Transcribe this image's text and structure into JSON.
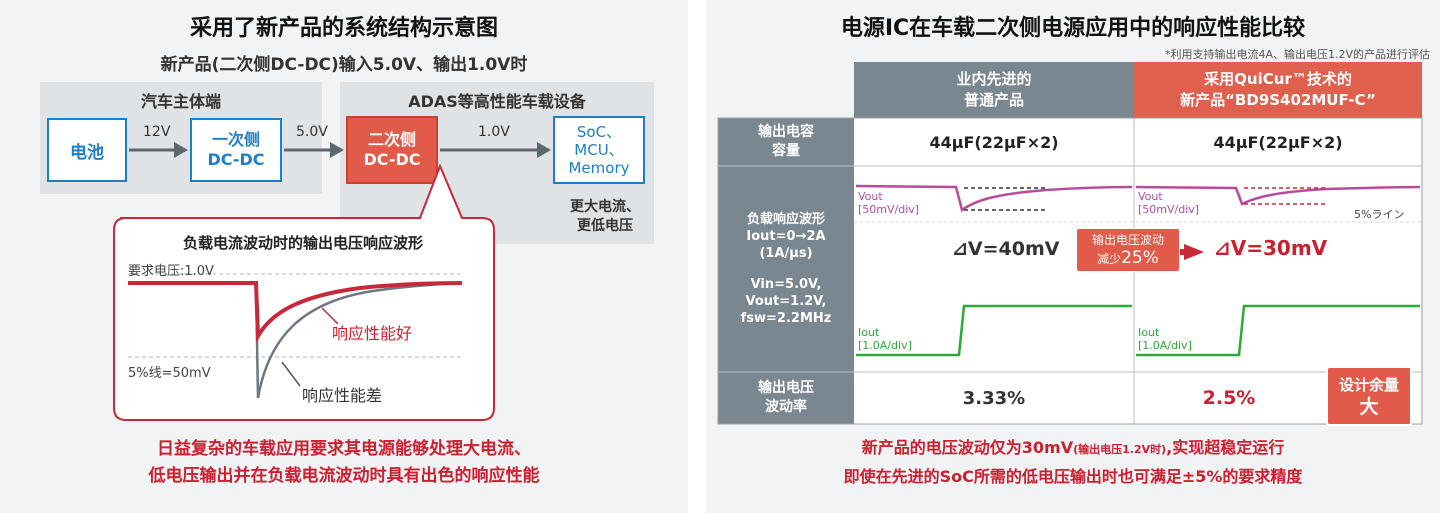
{
  "left": {
    "title": "采用了新产品的系统结构示意图",
    "subtitle": "新产品(二次侧DC-DC)输入5.0V、输出1.0V时",
    "car_side_label": "汽车主体端",
    "adas_label": "ADAS等高性能车载设备",
    "battery": "电池",
    "primary_line1": "一次侧",
    "primary_line2": "DC-DC",
    "secondary_line1": "二次侧",
    "secondary_line2": "DC-DC",
    "soc_line1": "SoC、",
    "soc_line2": "MCU、",
    "soc_line3": "Memory",
    "v12": "12V",
    "v50": "5.0V",
    "v10": "1.0V",
    "more_current_line1": "更大电流、",
    "more_current_line2": "更低电压",
    "callout_title": "负载电流波动时的输出电压响应波形",
    "required_voltage": "要求电压:1.0V",
    "five_percent": "5%线=50mV",
    "good_response": "响应性能好",
    "poor_response": "响应性能差",
    "footer_line1": "日益复杂的车载应用要求其电源能够处理大电流、",
    "footer_line2": "低电压输出并在负载电流波动时具有出色的响应性能"
  },
  "right": {
    "title": "电源IC在车载二次侧电源应用中的响应性能比较",
    "note": "*利用支持输出电流4A、输出电压1.2V的产品进行评估",
    "col1_line1": "业内先进的",
    "col1_line2": "普通产品",
    "col2_line1": "采用QuiCur™技术的",
    "col2_line2": "新产品“BD9S402MUF-C”",
    "row1_label_line1": "输出电容",
    "row1_label_line2": "容量",
    "row1_val1": "44μF(22μF×2)",
    "row1_val2": "44μF(22μF×2)",
    "row2_label_line1": "负载响应波形",
    "row2_label_line2": "Iout=0→2A",
    "row2_label_line3": "(1A/μs)",
    "row2_label_line4": "Vin=5.0V,",
    "row2_label_line5": "Vout=1.2V,",
    "row2_label_line6": "fsw=2.2MHz",
    "vout_label": "Vout",
    "vout_scale": "[50mV/div]",
    "iout_label": "Iout",
    "iout_scale": "[1.0A/div]",
    "five_percent_line": "5%ライン",
    "delta_v1": "⊿V=40mV",
    "delta_v2": "⊿V=30mV",
    "reduction_line1": "输出电压波动",
    "reduction_prefix": "减少",
    "reduction_value": "25%",
    "row3_label_line1": "输出电压",
    "row3_label_line2": "波动率",
    "row3_val1": "3.33%",
    "row3_val2": "2.5%",
    "badge_line1": "设计余量",
    "badge_line2": "大",
    "footer_line1_a": "新产品的电压波动仅为30mV",
    "footer_line1_b": "(输出电压1.2V时)",
    "footer_line1_c": ",实现超稳定运行",
    "footer_line2": "即使在先进的SoC所需的低电压输出时也可满足±5%的要求精度"
  },
  "colors": {
    "red": "#cc1f2f",
    "blue": "#1d7fc7",
    "secondary_box": "#e15a4a",
    "table_header_gray": "#7a8690",
    "table_header_red": "#e0604e",
    "pink_curve": "#b84a9e",
    "green_curve": "#2fa83a"
  }
}
